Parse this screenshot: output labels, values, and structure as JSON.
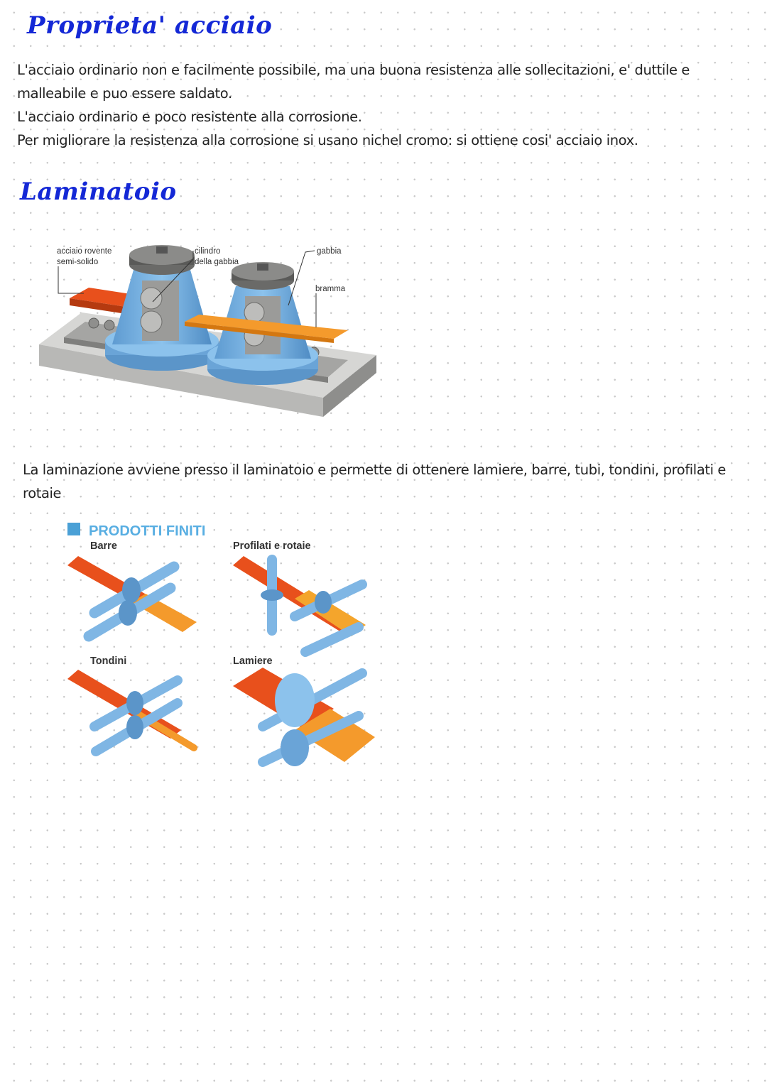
{
  "section_steel": {
    "title": "Proprieta' acciaio",
    "lines": [
      "L'acciaio ordinario non e facilmente possibile, ma una buona resistenza alle sollecitazioni, e' duttile e malleabile e puo essere saldato.",
      "L'acciaio ordinario e poco resistente alla corrosione.",
      "Per migliorare la resistenza alla corrosione si usano nichel cromo: si ottiene cosi' acciaio inox."
    ]
  },
  "section_mill": {
    "title": "Laminatoio",
    "diagram_labels": {
      "hot_steel": [
        "acciaio rovente",
        "semi-solido"
      ],
      "cylinder": [
        "cilindro",
        "della gabbia"
      ],
      "cage": "gabbia",
      "slab": "bramma"
    },
    "text": "La laminazione avviene presso il laminatoio e permette di ottenere lamiere, barre, tubi, tondini, profilati e rotaie"
  },
  "products": {
    "header": "PRODOTTI FINITI",
    "bars": "Barre",
    "profiles": "Profilati e rotaie",
    "rods": "Tondini",
    "sheets": "Lamiere"
  },
  "colors": {
    "title": "#1428d6",
    "steel_hot": "#e8501c",
    "steel_light": "#f49a2c",
    "machine_blue": "#7fb6e4",
    "header_blue": "#4aa0d6"
  }
}
